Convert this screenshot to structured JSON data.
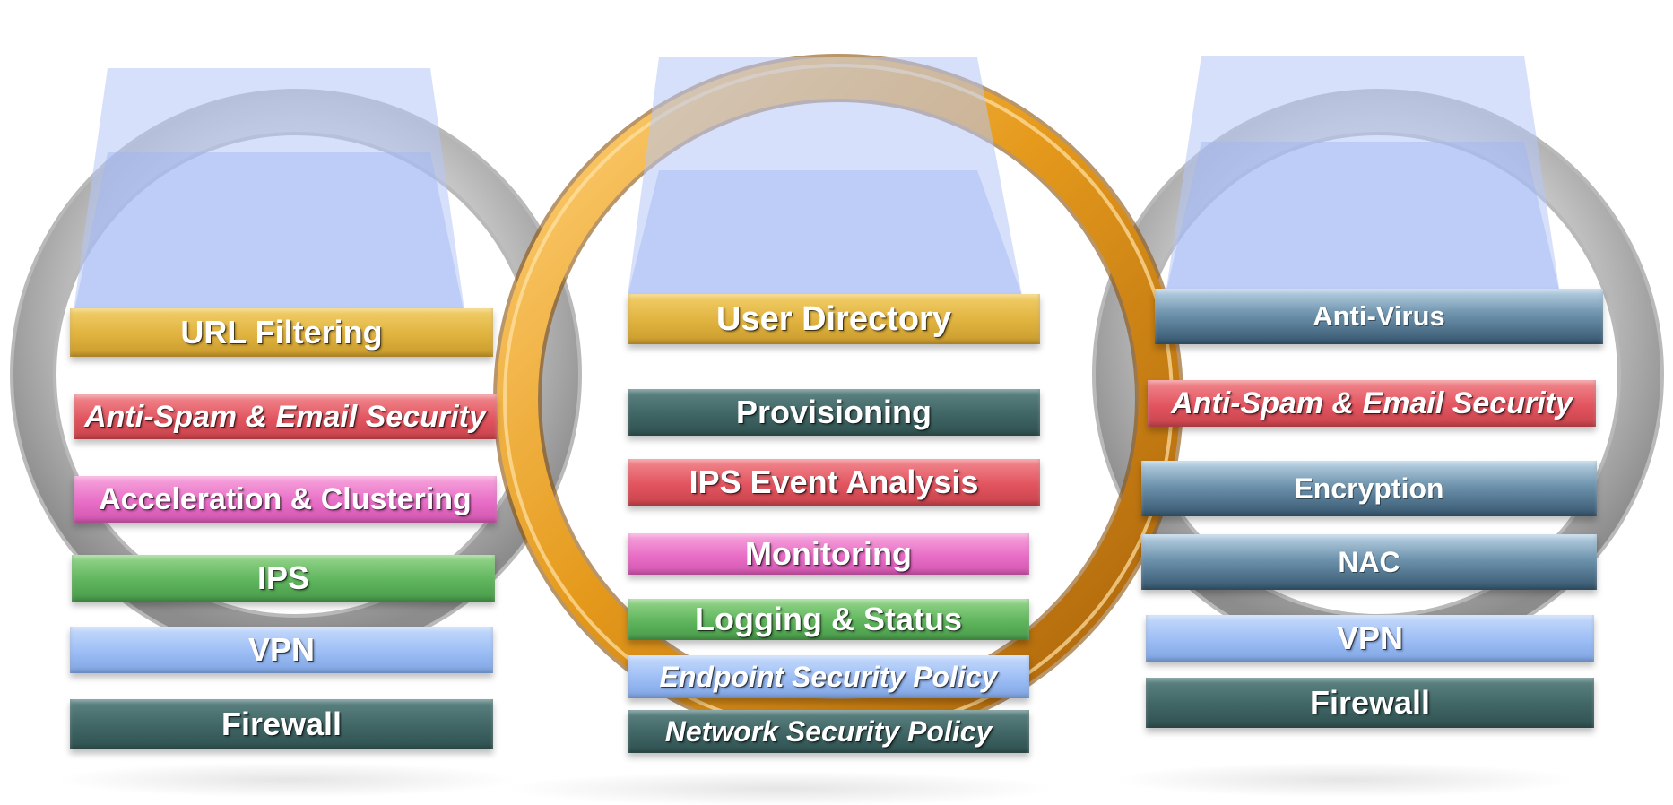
{
  "stacks": {
    "left": {
      "layers": [
        {
          "label": "URL Filtering",
          "color": "yellow"
        },
        {
          "label": "Anti-Spam & Email Security",
          "color": "red"
        },
        {
          "label": "Acceleration & Clustering",
          "color": "pink"
        },
        {
          "label": "IPS",
          "color": "green"
        },
        {
          "label": "VPN",
          "color": "light-blue"
        },
        {
          "label": "Firewall",
          "color": "dark-teal"
        }
      ]
    },
    "center": {
      "layers": [
        {
          "label": "User Directory",
          "color": "yellow"
        },
        {
          "label": "Provisioning",
          "color": "dark-teal"
        },
        {
          "label": "IPS Event Analysis",
          "color": "red"
        },
        {
          "label": "Monitoring",
          "color": "pink"
        },
        {
          "label": "Logging & Status",
          "color": "green"
        },
        {
          "label": "Endpoint Security Policy",
          "color": "light-blue"
        },
        {
          "label": "Network Security Policy",
          "color": "dark-teal"
        }
      ]
    },
    "right": {
      "layers": [
        {
          "label": "Anti-Virus",
          "color": "steel-blue"
        },
        {
          "label": "Anti-Spam & Email Security",
          "color": "red"
        },
        {
          "label": "Encryption",
          "color": "steel-blue"
        },
        {
          "label": "NAC",
          "color": "steel-blue"
        },
        {
          "label": "VPN",
          "color": "light-blue"
        },
        {
          "label": "Firewall",
          "color": "dark-teal"
        }
      ]
    }
  },
  "colors": {
    "yellow": "#e0b23e",
    "red": "#e2545f",
    "pink": "#e86ec7",
    "green": "#5fb55d",
    "light-blue": "#9cbdf5",
    "dark-teal": "#3f6564",
    "steel-blue": "#5f8099",
    "gold-ring": "#e29a1d",
    "silver-ring": "#c8c8c8",
    "glass": "#b8c8f6"
  }
}
